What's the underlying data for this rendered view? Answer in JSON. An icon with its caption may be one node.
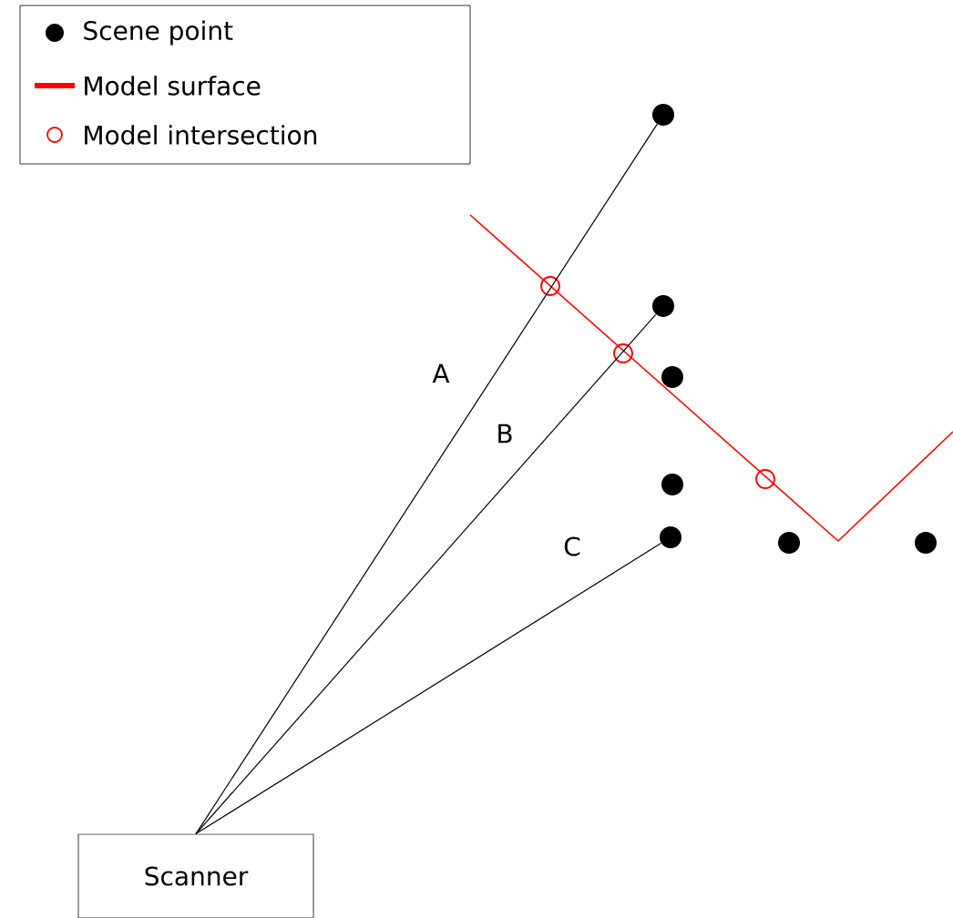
{
  "diagram": {
    "nodes": [
      {
        "text": [
          "Scanner"
        ]
      },
      {
        "text": [],
        "shape": "circle"
      },
      {
        "text": [],
        "shape": "circle"
      },
      {
        "text": [],
        "shape": "circle"
      },
      {
        "text": [],
        "shape": "circle"
      },
      {
        "text": [],
        "shape": "circle"
      },
      {
        "text": [],
        "shape": "circle"
      },
      {
        "text": [],
        "shape": "circle"
      }
    ],
    "edges": [
      {
        "from": 0,
        "to": 1,
        "arrow": "none",
        "label": "A"
      },
      {
        "from": 0,
        "to": 2,
        "arrow": "none",
        "label": "B"
      },
      {
        "from": 0,
        "to": 5,
        "arrow": "none",
        "label": "C"
      }
    ],
    "legend": [
      {
        "text": "Scene point"
      },
      {
        "text": "Model surface"
      },
      {
        "text": "Model intersection"
      }
    ]
  }
}
